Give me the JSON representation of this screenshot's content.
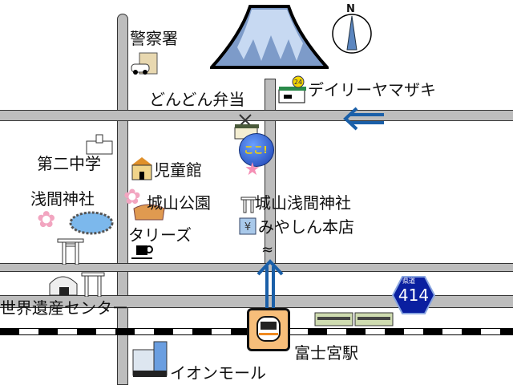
{
  "map": {
    "compass_label": "N",
    "landmarks": {
      "police": "警察署",
      "bento": "どんどん弁当",
      "daily_yamazaki": "デイリーヤマザキ",
      "school": "第二中学",
      "childrens_hall": "児童館",
      "sengen_shrine": "浅間神社",
      "shiroyama_park": "城山公園",
      "shiroyama_shrine": "城山浅間神社",
      "miyashin": "みやしん本店",
      "tullys": "タリーズ",
      "heritage_center": "世界遺産センター",
      "station": "富士宮駅",
      "aeon": "イオンモール"
    },
    "here_marker": "ここ!",
    "route_shield": {
      "prefix": "県道",
      "number": "414"
    },
    "convenience_badge": "24",
    "colors": {
      "road": "#bdbdbd",
      "arrow": "#1a5fa8",
      "shield": "#0a1fa0",
      "station": "#f7be7a"
    }
  }
}
